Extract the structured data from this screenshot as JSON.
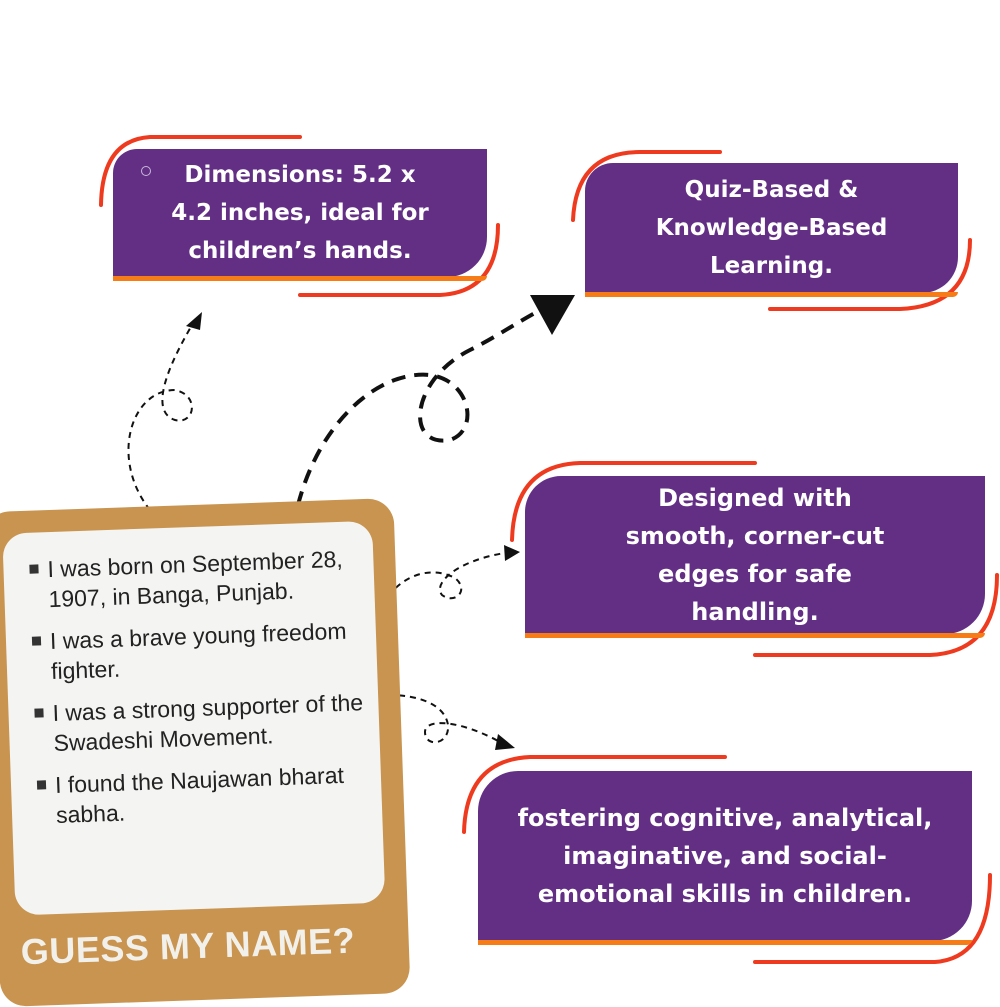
{
  "features": [
    {
      "text": "Dimensions: 5.2 x\n4.2 inches, ideal for\nchildren’s hands."
    },
    {
      "text": "Quiz-Based &\nKnowledge-Based\nLearning."
    },
    {
      "text": "Designed with\nsmooth, corner-cut\nedges for safe\nhandling."
    },
    {
      "text": "fostering cognitive, analytical,\nimaginative, and social-\nemotional skills in children."
    }
  ],
  "card": {
    "clues": [
      "I was born on September 28, 1907, in Banga, Punjab.",
      "I was a brave young freedom fighter.",
      "I was a strong supporter of the Swadeshi Movement.",
      "I found the Naujawan bharat sabha."
    ],
    "title": "GUESS MY NAME?"
  },
  "colors": {
    "box_purple": "#632f85",
    "accent_orange": "#f57c16",
    "swoosh_red": "#ee3b1f",
    "card_brown": "#c8944f"
  }
}
